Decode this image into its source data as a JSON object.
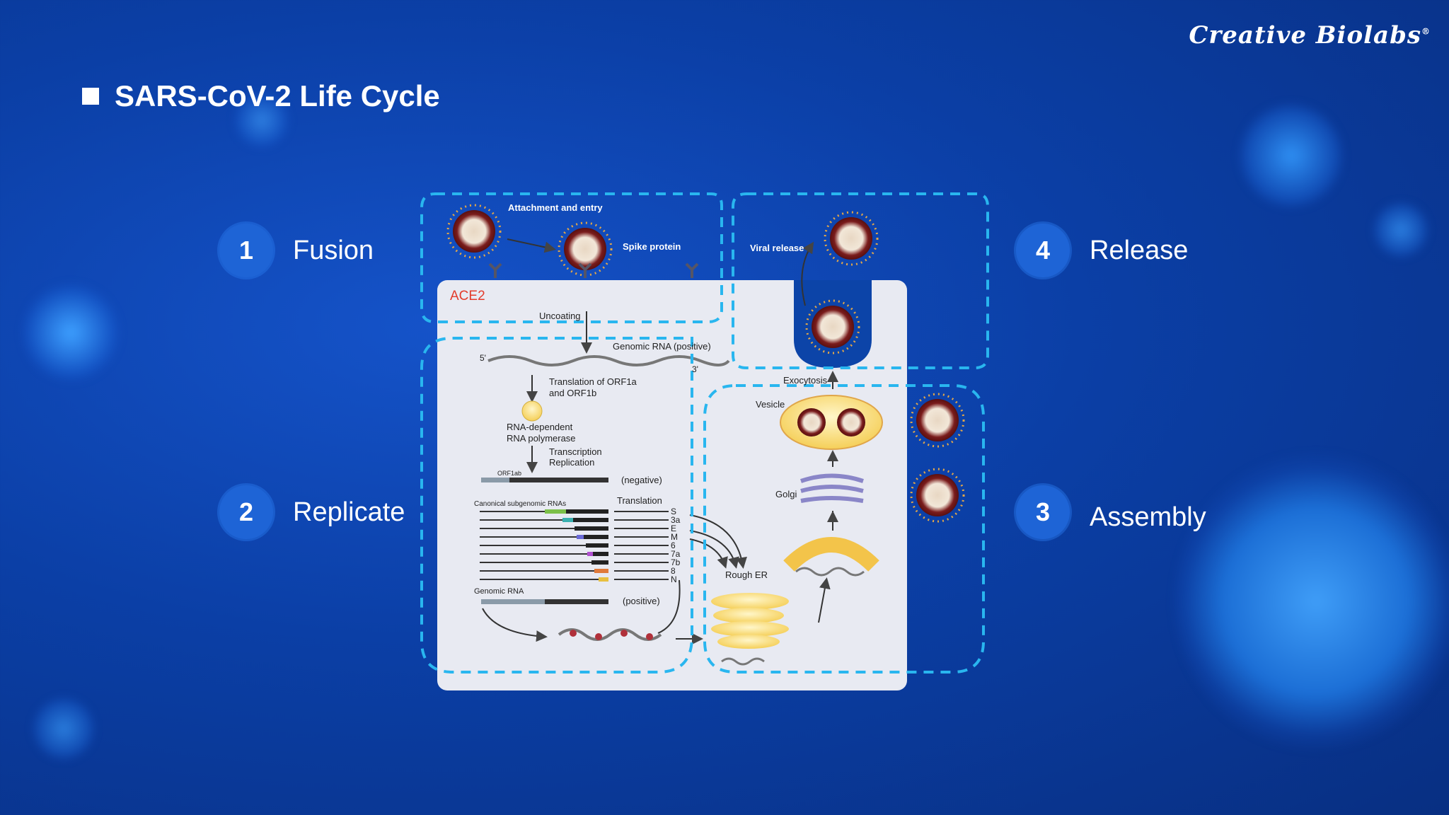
{
  "brand": {
    "name": "Creative Biolabs",
    "mark": "®"
  },
  "page_title": "SARS-CoV-2 Life Cycle",
  "steps": [
    {
      "num": "1",
      "label": "Fusion"
    },
    {
      "num": "2",
      "label": "Replicate"
    },
    {
      "num": "3",
      "label": "Assembly"
    },
    {
      "num": "4",
      "label": "Release"
    }
  ],
  "diagram": {
    "attachment": "Attachment and entry",
    "spike": "Spike protein",
    "ace2": "ACE2",
    "uncoating": "Uncoating",
    "genomic_pos": "Genomic RNA (positive)",
    "five_prime": "5'",
    "three_prime": "3'",
    "translation_orf_1": "Translation of ORF1a",
    "translation_orf_2": "and ORF1b",
    "rdrp_1": "RNA-dependent",
    "rdrp_2": "RNA polymerase",
    "transcription_1": "Transcription",
    "transcription_2": "Replication",
    "orf1ab": "ORF1ab",
    "negative": "(negative)",
    "canonical": "Canonical subgenomic RNAs",
    "translation": "Translation",
    "proteins": [
      "S",
      "3a",
      "E",
      "M",
      "6",
      "7a",
      "7b",
      "8",
      "N"
    ],
    "genomic_rna": "Genomic RNA",
    "positive": "(positive)",
    "rough_er": "Rough ER",
    "golgi": "Golgi",
    "vesicle": "Vesicle",
    "exocytosis": "Exocytosis",
    "viral_release": "Viral release"
  },
  "colors": {
    "accent": "#1e64d6",
    "dash": "#29b6ef",
    "ace2_text": "#e33b2b"
  }
}
